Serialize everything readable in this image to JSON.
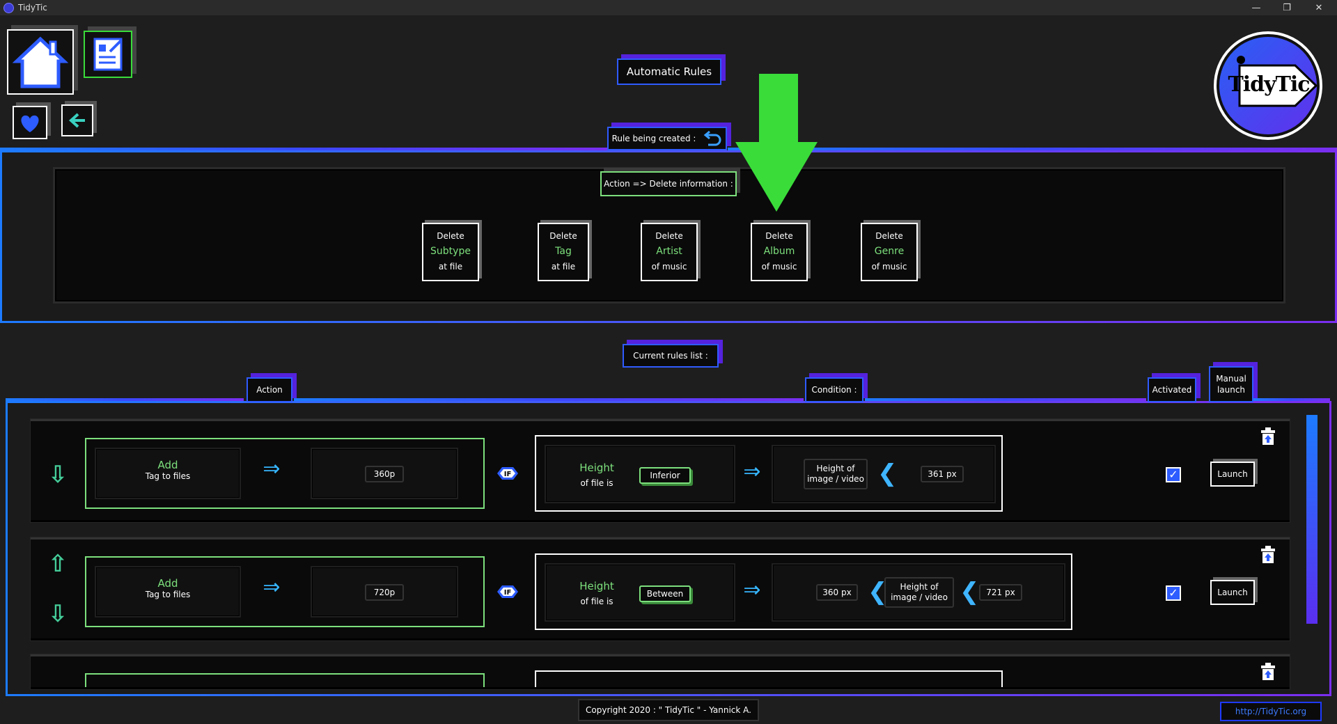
{
  "window": {
    "title": "TidyTic",
    "minimize": "—",
    "maximize": "❐",
    "close": "✕"
  },
  "toolbar": {
    "home": "home-icon",
    "rules": "rules-icon",
    "favorites": "heart-icon",
    "back": "back-arrow-icon"
  },
  "logo": {
    "text": "TidyTic"
  },
  "page_title": "Automatic Rules",
  "creation": {
    "label": "Rule being created :",
    "action_label": "Action => Delete information :",
    "options": [
      {
        "line1": "Delete",
        "line2": "Subtype",
        "line3": "at file"
      },
      {
        "line1": "Delete",
        "line2": "Tag",
        "line3": "at file"
      },
      {
        "line1": "Delete",
        "line2": "Artist",
        "line3": "of music"
      },
      {
        "line1": "Delete",
        "line2": "Album",
        "line3": "of music"
      },
      {
        "line1": "Delete",
        "line2": "Genre",
        "line3": "of music"
      }
    ]
  },
  "list": {
    "title": "Current rules list :",
    "headers": {
      "action": "Action",
      "condition": "Condition :",
      "activated": "Activated",
      "manual_launch_1": "Manual",
      "manual_launch_2": "launch"
    }
  },
  "rules": [
    {
      "action_verb": "Add",
      "action_target": "Tag to files",
      "action_value": "360p",
      "if": "IF",
      "cond_subject": "Height",
      "cond_subject2": "of file is",
      "operator": "Inferior",
      "cond_left": "Height of",
      "cond_left2": "image / video",
      "cond_right": "361 px",
      "activated": true,
      "launch": "Launch"
    },
    {
      "action_verb": "Add",
      "action_target": "Tag to files",
      "action_value": "720p",
      "if": "IF",
      "cond_subject": "Height",
      "cond_subject2": "of file is",
      "operator": "Between",
      "cond_min": "360 px",
      "cond_mid": "Height of",
      "cond_mid2": "image / video",
      "cond_max": "721 px",
      "activated": true,
      "launch": "Launch"
    }
  ],
  "footer": {
    "copyright": "Copyright 2020 : \" TidyTic \" - Yannick A.",
    "website": "http://TidyTic.org"
  },
  "colors": {
    "accent_blue": "#2d5cff",
    "accent_purple": "#7a2ef0",
    "green": "#7de07d",
    "hint_arrow": "#3adc3a"
  }
}
